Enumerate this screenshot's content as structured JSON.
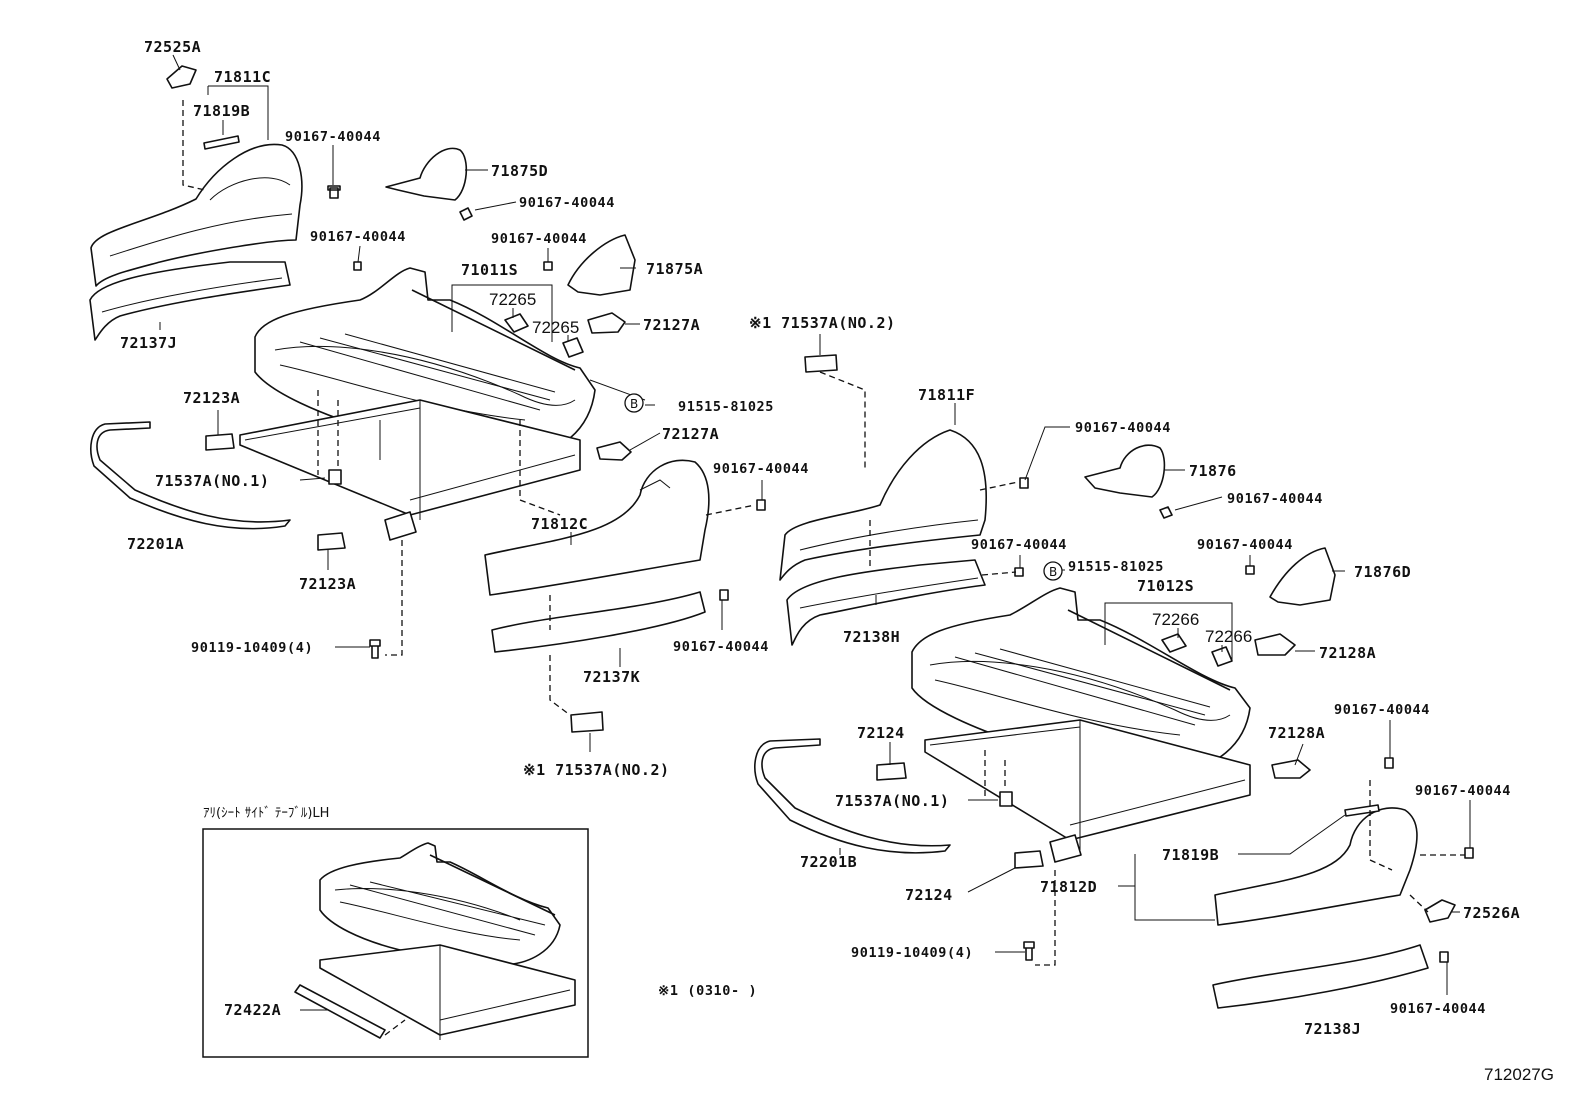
{
  "labels": {
    "l_72525A": "72525A",
    "l_71811C": "71811C",
    "l_71819B_a": "71819B",
    "l_90167_a": "90167-40044",
    "l_71875D": "71875D",
    "l_90167_b": "90167-40044",
    "l_90167_c": "90167-40044",
    "l_90167_d": "90167-40044",
    "l_71875A": "71875A",
    "l_71011S": "71011S",
    "l_72265_a": "72265",
    "l_72265_b": "72265",
    "l_72127A_a": "72127A",
    "l_71537A_no2_top": "※1 71537A(NO.2)",
    "l_72137J": "72137J",
    "l_72123A_a": "72123A",
    "l_B_a": "B",
    "l_91515_a": "91515-81025",
    "l_72127A_b": "72127A",
    "l_71811F": "71811F",
    "l_90167_e": "90167-40044",
    "l_71537A_no1_a": "71537A(NO.1)",
    "l_90167_f": "90167-40044",
    "l_71876": "71876",
    "l_90167_g": "90167-40044",
    "l_72201A": "72201A",
    "l_71812C": "71812C",
    "l_90167_h": "90167-40044",
    "l_90167_i": "90167-40044",
    "l_71876D": "71876D",
    "l_B_b": "B",
    "l_91515_b": "91515-81025",
    "l_71012S": "71012S",
    "l_72123A_b": "72123A",
    "l_72266_a": "72266",
    "l_72266_b": "72266",
    "l_72138H": "72138H",
    "l_72128A_a": "72128A",
    "l_90119_a": "90119-10409(4)",
    "l_90167_j": "90167-40044",
    "l_72137K": "72137K",
    "l_90167_k": "90167-40044",
    "l_72124_a": "72124",
    "l_72128A_b": "72128A",
    "l_71537A_no2_bot": "※1 71537A(NO.2)",
    "l_90167_l": "90167-40044",
    "l_71537A_no1_b": "71537A(NO.1)",
    "l_inset_title": "ｱﾘ(ｼｰﾄ ｻｲﾄﾞ ﾃｰﾌﾞﾙ)LH",
    "l_72201B": "72201B",
    "l_71819B_b": "71819B",
    "l_72124_b": "72124",
    "l_71812D": "71812D",
    "l_72526A": "72526A",
    "l_90119_b": "90119-10409(4)",
    "l_note": "※1 (0310-    )",
    "l_72422A": "72422A",
    "l_90167_m": "90167-40044",
    "l_72138J": "72138J",
    "l_figure_code": "712027G"
  }
}
